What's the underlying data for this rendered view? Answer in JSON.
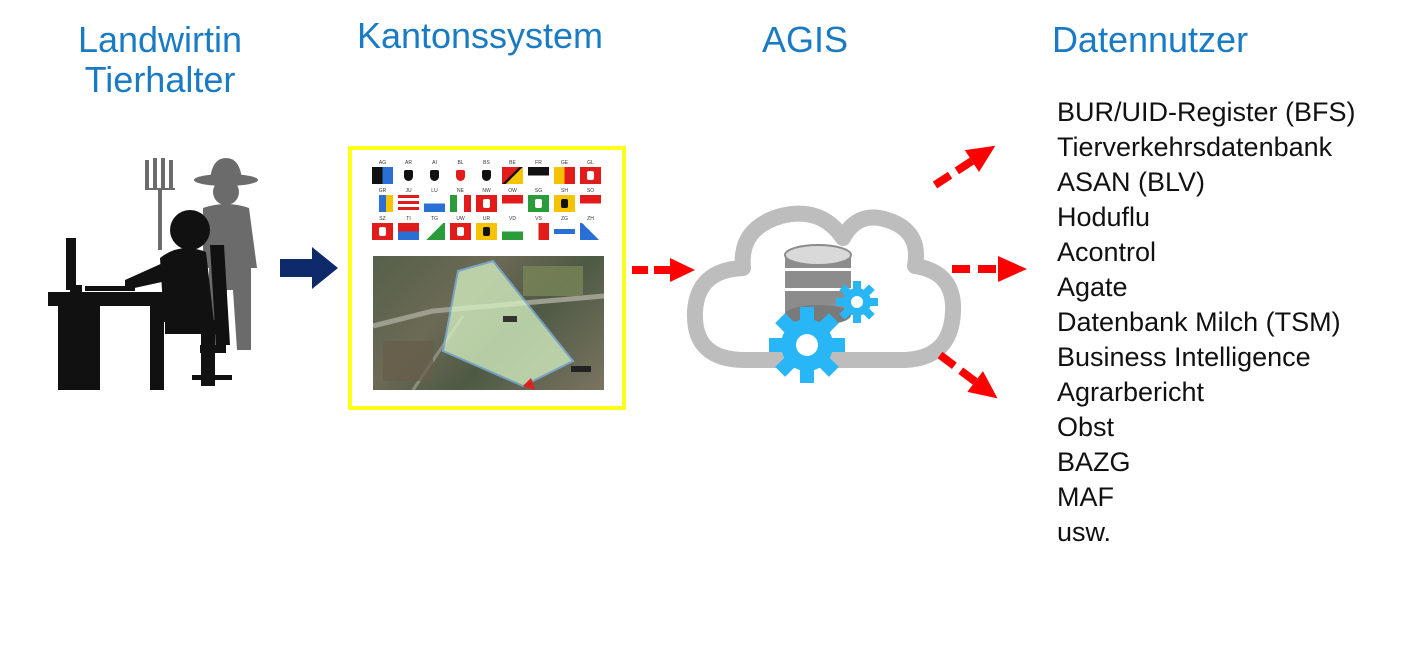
{
  "columns": {
    "farmer": {
      "line1": "Landwirtin",
      "line2": "Tierhalter"
    },
    "canton": {
      "title": "Kantonssystem"
    },
    "agis": {
      "title": "AGIS"
    },
    "users": {
      "title": "Datennutzer"
    }
  },
  "consumers": [
    "BUR/UID-Register (BFS)",
    "Tierverkehrsdatenbank",
    "ASAN (BLV)",
    "Hoduflu",
    "Acontrol",
    "Agate",
    "Datenbank Milch (TSM)",
    "Business Intelligence",
    "Agrarbericht",
    "Obst",
    "BAZG",
    "MAF",
    "usw."
  ],
  "canton_codes": [
    "AG",
    "AR",
    "AI",
    "BL",
    "BS",
    "BE",
    "FR",
    "GE",
    "GL",
    "GR",
    "JU",
    "LU",
    "NE",
    "NW",
    "OW",
    "SG",
    "SH",
    "SO",
    "SZ",
    "TI",
    "TG",
    "UW",
    "UR",
    "VD",
    "VS",
    "ZG",
    "ZH"
  ],
  "colors": {
    "heading": "#1a7bc4",
    "arrow_solid": "#0f2a6b",
    "arrow_dashed": "#ff0000",
    "highlight_border": "#ffff1a",
    "cloud": "#bdbdbd",
    "gear": "#29b6f6",
    "silhouette": "#111111",
    "silhouette_back": "#6b6b6b"
  },
  "icons": {
    "farmer": "farmer-at-computer-icon",
    "cloud": "cloud-database-gear-icon"
  }
}
